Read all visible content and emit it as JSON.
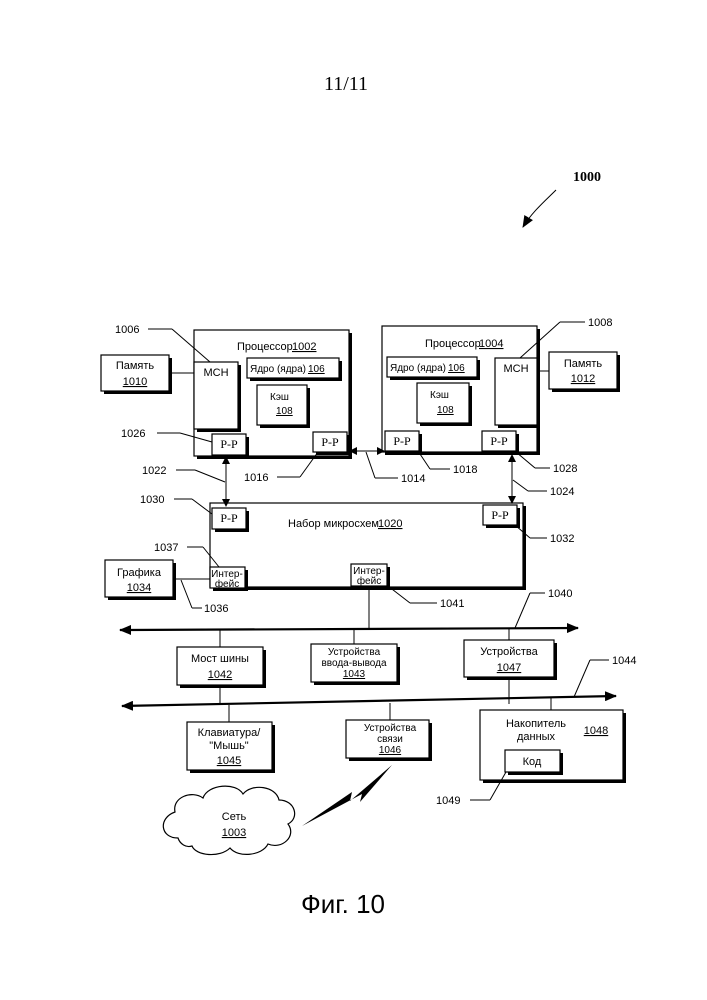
{
  "page": {
    "number": "11/11",
    "figure_ref": "1000",
    "caption": "Фиг. 10"
  },
  "processor1": {
    "title": "Процессор",
    "title_num": "1002",
    "mch": "МСН",
    "core": "Ядро (ядра)",
    "core_num": "106",
    "cache": "Кэш",
    "cache_num": "108",
    "pp_left": "P-P",
    "pp_right": "P-P"
  },
  "processor2": {
    "title": "Процессор",
    "title_num": "1004",
    "mch": "МСН",
    "core": "Ядро (ядра)",
    "core_num": "106",
    "cache": "Кэш",
    "cache_num": "108",
    "pp_left": "P-P",
    "pp_right": "P-P"
  },
  "memory1": {
    "label": "Память",
    "num": "1010"
  },
  "memory2": {
    "label": "Память",
    "num": "1012"
  },
  "chipset": {
    "title": "Набор микросхем",
    "title_num": "1020",
    "pp_left": "P-P",
    "pp_right": "P-P",
    "iface1_line1": "Интер-",
    "iface1_line2": "фейс",
    "iface2_line1": "Интер-",
    "iface2_line2": "фейс"
  },
  "graphics": {
    "label": "Графика",
    "num": "1034"
  },
  "bus_bridge": {
    "label": "Мост шины",
    "num": "1042"
  },
  "io_devices": {
    "line1": "Устройства",
    "line2": "ввода-вывода",
    "num": "1043"
  },
  "devices": {
    "label": "Устройства",
    "num": "1047"
  },
  "keyboard": {
    "line1": "Клавиатура/",
    "line2": "\"Мышь\"",
    "num": "1045"
  },
  "comm_devices": {
    "line1": "Устройства",
    "line2": "связи",
    "num": "1046"
  },
  "storage": {
    "line1": "Накопитель",
    "line2": "данных",
    "num": "1048",
    "code": "Код"
  },
  "network": {
    "label": "Сеть",
    "num": "1003"
  },
  "refs": {
    "r1006": "1006",
    "r1008": "1008",
    "r1026": "1026",
    "r1016": "1016",
    "r1014": "1014",
    "r1018": "1018",
    "r1028": "1028",
    "r1022": "1022",
    "r1024": "1024",
    "r1030": "1030",
    "r1032": "1032",
    "r1037": "1037",
    "r1036": "1036",
    "r1041": "1041",
    "r1040": "1040",
    "r1044": "1044",
    "r1049": "1049"
  }
}
